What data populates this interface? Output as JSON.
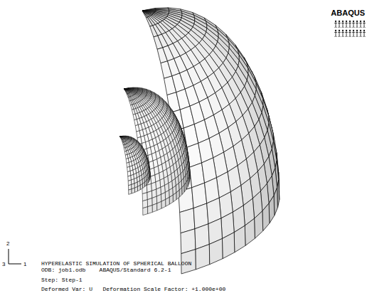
{
  "diagram": {
    "labels": [
      "ABAQUS",
      "2",
      "3",
      "1",
      "HYPERELASTIC SIMULATION OF SPHERICAL BALLOON",
      "ODB: job1.odb    ABAQUS/Standard 6.2-1",
      "Step: Step-1",
      "Deformed Var: U   Deformation Scale Factor: +1.000e+00"
    ]
  }
}
